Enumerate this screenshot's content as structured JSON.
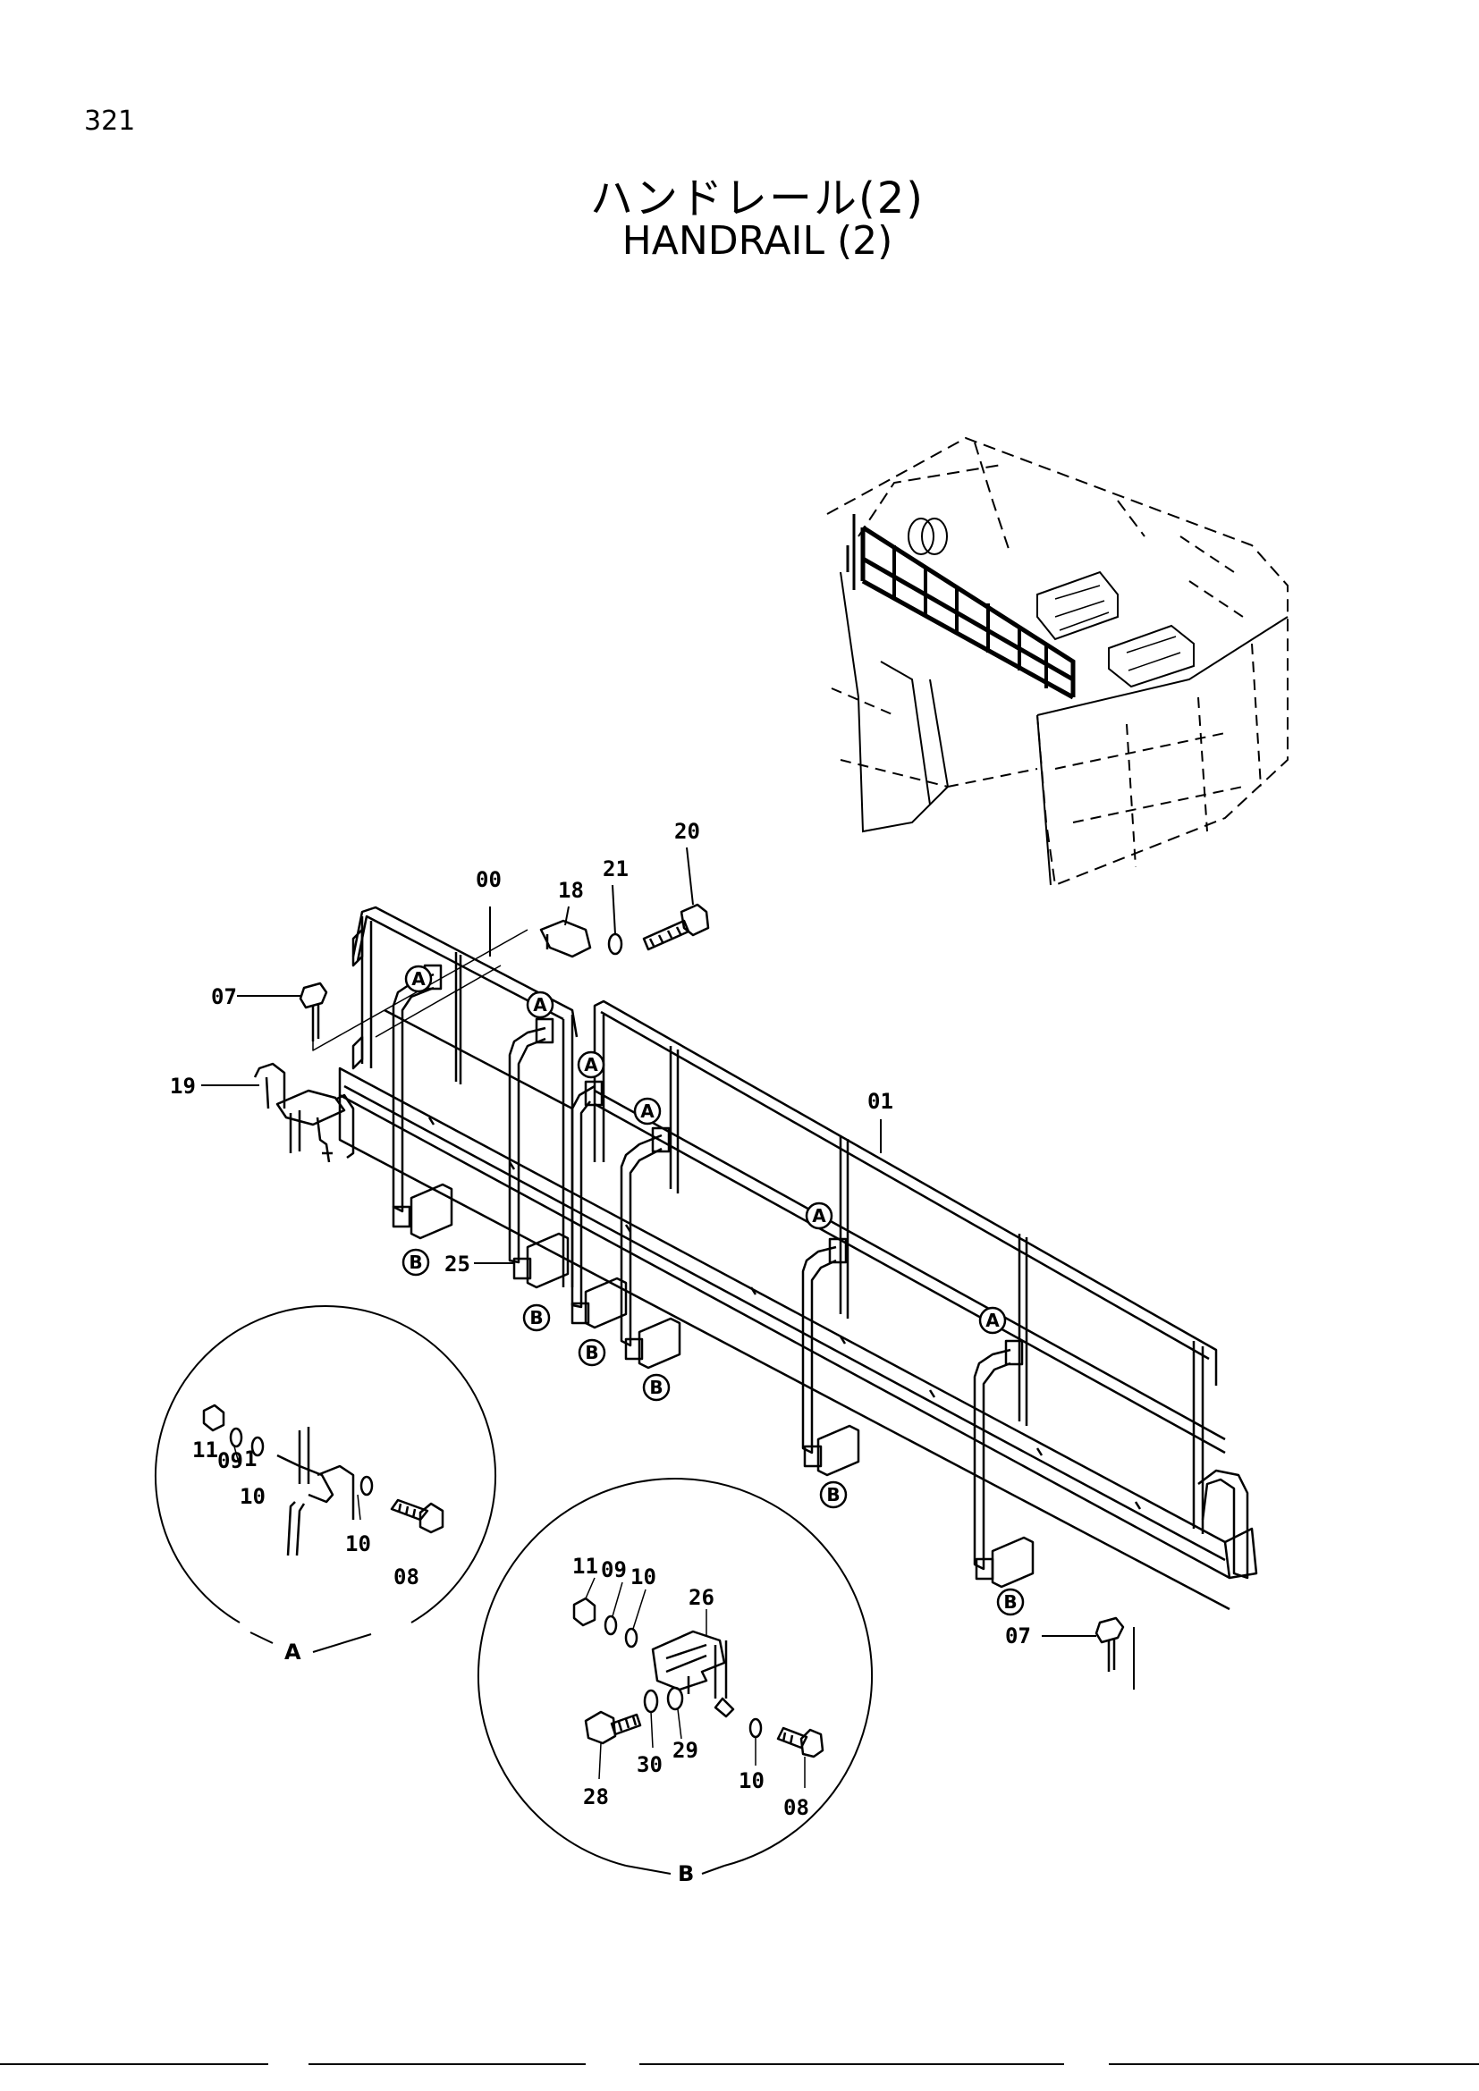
{
  "page": {
    "number": "321",
    "title_jp": "ハンドレール(2)",
    "title_en": "HANDRAIL (2)"
  },
  "part_labels": {
    "p00": "00",
    "p01": "01",
    "p07_upper": "07",
    "p07_lower": "07",
    "p18": "18",
    "p19": "19",
    "p20": "20",
    "p21": "21",
    "p25": "25"
  },
  "callouts": {
    "a_letter": "A",
    "b_letter": "B"
  },
  "detail_a": {
    "name": "A",
    "labels": {
      "p11": "11",
      "p09": "09",
      "p1": "1",
      "p10_left": "10",
      "p10_right": "10",
      "p08": "08"
    }
  },
  "detail_b": {
    "name": "B",
    "labels": {
      "p11": "11",
      "p09": "09",
      "p10_top": "10",
      "p26": "26",
      "p28": "28",
      "p30": "30",
      "p29": "29",
      "p10_bottom": "10",
      "p08": "08"
    }
  }
}
